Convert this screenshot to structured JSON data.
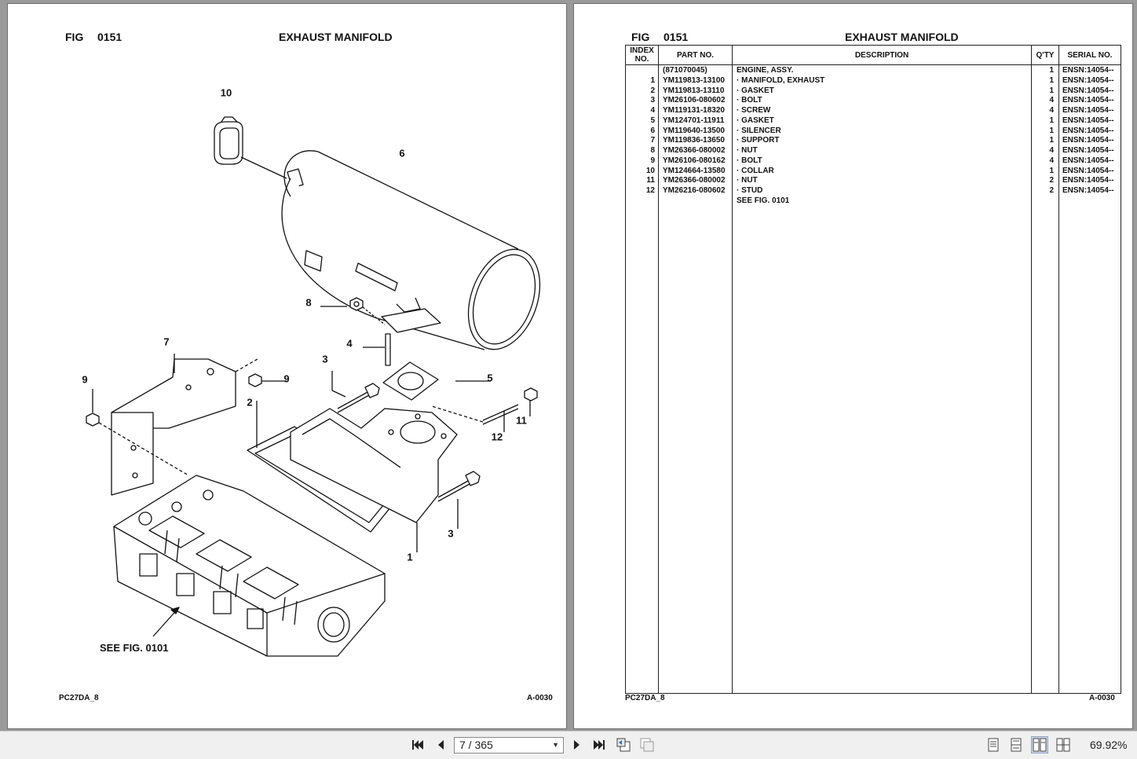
{
  "left_page": {
    "fig_label": "FIG",
    "fig_number": "0151",
    "title": "EXHAUST MANIFOLD",
    "see_fig_note": "SEE FIG. 0101",
    "footer_left": "PC27DA_8",
    "footer_right": "A-0030",
    "callouts": {
      "c1": "1",
      "c2": "2",
      "c3a": "3",
      "c3b": "3",
      "c4": "4",
      "c5": "5",
      "c6": "6",
      "c7": "7",
      "c8": "8",
      "c9a": "9",
      "c9b": "9",
      "c10": "10",
      "c11": "11",
      "c12": "12"
    }
  },
  "right_page": {
    "fig_label": "FIG",
    "fig_number": "0151",
    "title": "EXHAUST MANIFOLD",
    "footer_left": "PC27DA_8",
    "footer_right": "A-0030",
    "table": {
      "headers": {
        "index": "INDEX NO.",
        "part": "PART NO.",
        "description": "DESCRIPTION",
        "qty": "Q'TY",
        "serial": "SERIAL NO."
      },
      "rows": [
        {
          "index": "",
          "part": "(871070045)",
          "description": "ENGINE, ASSY.",
          "qty": "1",
          "serial": "ENSN:14054--"
        },
        {
          "index": "1",
          "part": "YM119813-13100",
          "description": "·  MANIFOLD, EXHAUST",
          "qty": "1",
          "serial": "ENSN:14054--"
        },
        {
          "index": "2",
          "part": "YM119813-13110",
          "description": "·  GASKET",
          "qty": "1",
          "serial": "ENSN:14054--"
        },
        {
          "index": "3",
          "part": "YM26106-080602",
          "description": "·  BOLT",
          "qty": "4",
          "serial": "ENSN:14054--"
        },
        {
          "index": "4",
          "part": "YM119131-18320",
          "description": "·  SCREW",
          "qty": "4",
          "serial": "ENSN:14054--"
        },
        {
          "index": "5",
          "part": "YM124701-11911",
          "description": "·  GASKET",
          "qty": "1",
          "serial": "ENSN:14054--"
        },
        {
          "index": "6",
          "part": "YM119640-13500",
          "description": "·  SILENCER",
          "qty": "1",
          "serial": "ENSN:14054--"
        },
        {
          "index": "7",
          "part": "YM119836-13650",
          "description": "·  SUPPORT",
          "qty": "1",
          "serial": "ENSN:14054--"
        },
        {
          "index": "8",
          "part": "YM26366-080002",
          "description": "·  NUT",
          "qty": "4",
          "serial": "ENSN:14054--"
        },
        {
          "index": "9",
          "part": "YM26106-080162",
          "description": "·  BOLT",
          "qty": "4",
          "serial": "ENSN:14054--"
        },
        {
          "index": "10",
          "part": "YM124664-13580",
          "description": "·  COLLAR",
          "qty": "1",
          "serial": "ENSN:14054--"
        },
        {
          "index": "11",
          "part": "YM26366-080002",
          "description": "·  NUT",
          "qty": "2",
          "serial": "ENSN:14054--"
        },
        {
          "index": "12",
          "part": "YM26216-080602",
          "description": "·  STUD",
          "qty": "2",
          "serial": "ENSN:14054--"
        },
        {
          "index": "",
          "part": "",
          "description": "SEE FIG. 0101",
          "qty": "",
          "serial": ""
        }
      ]
    }
  },
  "toolbar": {
    "page_indicator": "7 / 365",
    "zoom": "69.92%",
    "icons": [
      "first-page-icon",
      "prev-page-icon",
      "next-page-icon",
      "last-page-icon",
      "prev-view-icon",
      "next-view-icon",
      "single-page-view-icon",
      "continuous-view-icon",
      "two-page-view-icon",
      "two-page-continuous-view-icon"
    ]
  }
}
